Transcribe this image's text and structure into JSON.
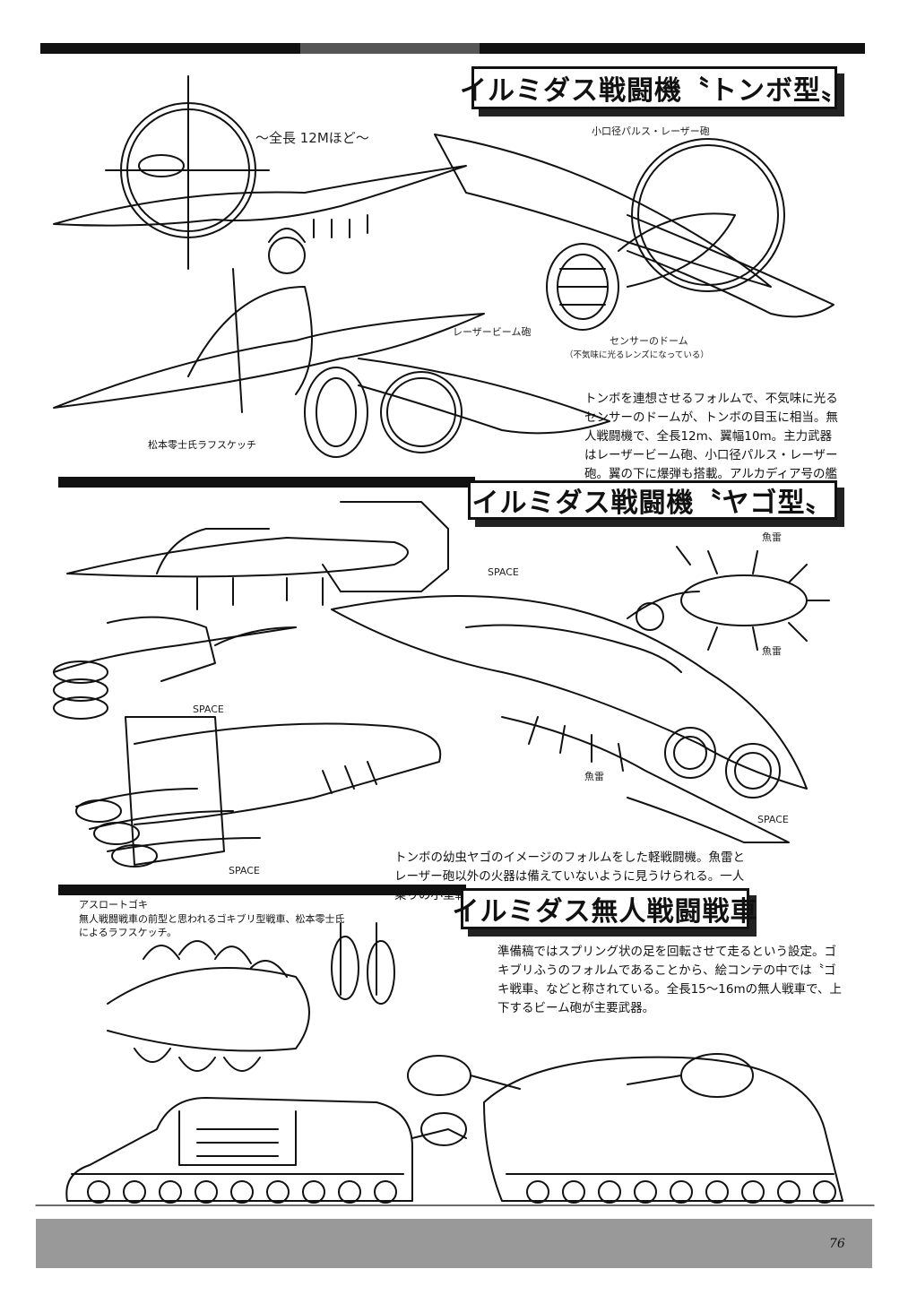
{
  "sections": {
    "tonbo": {
      "title": "イルミダス戦闘機〝トンボ型〟",
      "description": "トンボを連想させるフォルムで、不気味に光るセンサーのドームが、トンボの目玉に相当。無人戦闘機で、全長12m、翼幅10m。主力武器はレーザービーム砲、小口径パルス・レーザー砲。翼の下に爆弾も搭載。アルカディア号の艦載機と空中戦を演じる。",
      "caption": "松本零士氏ラフスケッチ",
      "annotations": {
        "length": "～全長 12Mほど～",
        "pulse_laser": "小口径パルス・レーザー砲",
        "beam": "レーザービーム砲",
        "sensor": "センサーのドーム",
        "sensor_note": "（不気味に光るレンズになっている）"
      }
    },
    "yago": {
      "title": "イルミダス戦闘機〝ヤゴ型〟",
      "description": "トンボの幼虫ヤゴのイメージのフォルムをした軽戦闘機。魚雷とレーザー砲以外の火器は備えていないように見うけられる。一人乗りの小型戦闘機。",
      "annotations": {
        "space1": "SPACE",
        "space2": "SPACE",
        "space3": "SPACE",
        "space4": "SPACE",
        "torpedo1": "魚雷",
        "torpedo2": "魚雷",
        "torpedo3": "魚雷"
      }
    },
    "tank": {
      "title": "イルミダス無人戦闘戦車",
      "description": "準備稿ではスプリング状の足を回転させて走るという設定。ゴキブリふうのフォルムであることから、絵コンテの中では〝ゴキ戦車〟などと称されている。全長15～16mの無人戦車で、上下するビーム砲が主要武器。",
      "caption_title": "アスロートゴキ",
      "caption_body": "無人戦闘戦車の前型と思われるゴキブリ型戦車、松本零士氏によるラフスケッチ。"
    }
  },
  "page_number": "76"
}
